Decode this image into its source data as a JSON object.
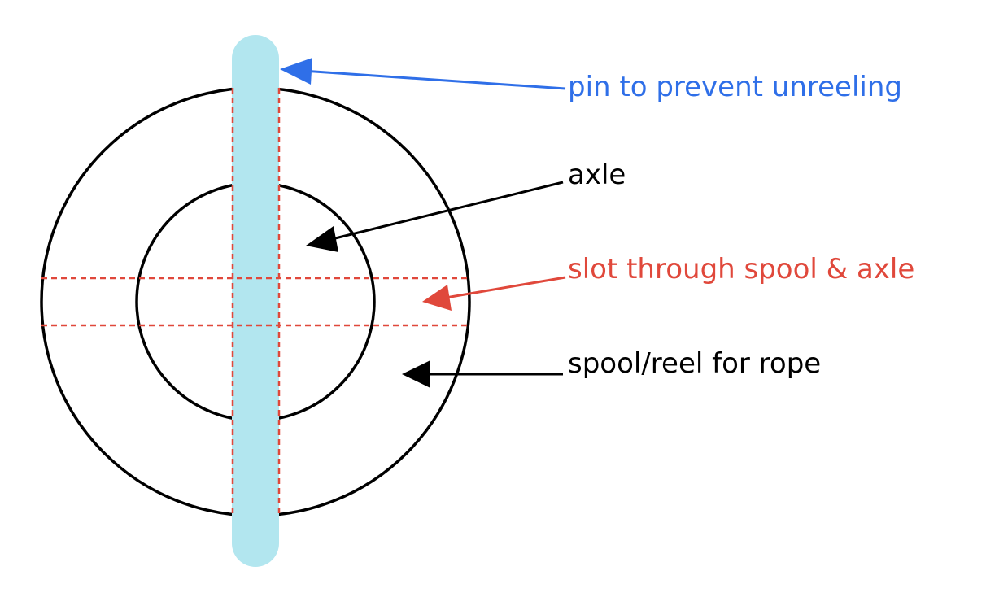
{
  "labels": {
    "pin": "pin to prevent unreeling",
    "axle": "axle",
    "slot": "slot through spool & axle",
    "spool": "spool/reel for rope"
  },
  "colors": {
    "pin_label": "#2f6fe8",
    "pin_fill": "#b2e6ef",
    "slot": "#e0483b",
    "outline": "#000000"
  }
}
